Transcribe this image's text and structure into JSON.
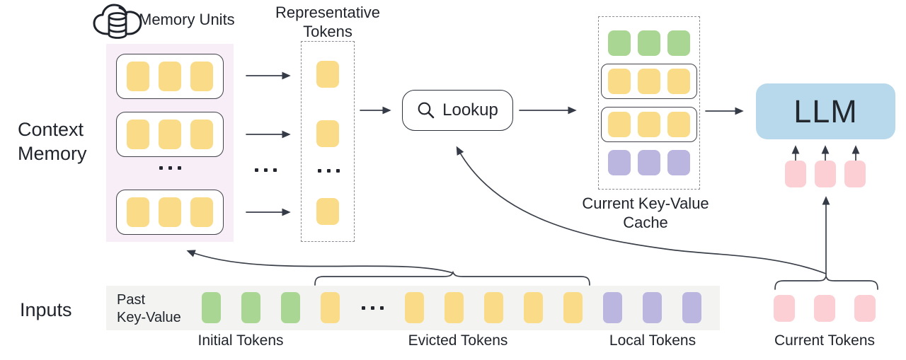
{
  "ellipsis_dot_count": 3,
  "colors": {
    "yellow": "#FADC88",
    "green": "#A9D693",
    "purple": "#BBB6DF",
    "pink": "#FBCFD3",
    "blue": "#B7D9EB",
    "panel_pink": "#F8EEF7",
    "strip_gray": "#F3F4F1",
    "line": "#3A3F49",
    "text": "#1F232B"
  },
  "header": {
    "memory_units": "Memory Units",
    "representative_line1": "Representative",
    "representative_line2": "Tokens"
  },
  "context_memory": {
    "label_line1": "Context",
    "label_line2": "Memory",
    "rows": [
      [
        "yellow",
        "yellow",
        "yellow"
      ],
      [
        "yellow",
        "yellow",
        "yellow"
      ],
      [
        "yellow",
        "yellow",
        "yellow"
      ]
    ]
  },
  "representative": {
    "token_top": [
      "yellow"
    ],
    "token_mid": [
      "yellow"
    ],
    "token_bottom": [
      "yellow"
    ]
  },
  "lookup": {
    "label": "Lookup"
  },
  "cache": {
    "label_line1": "Current Key-Value",
    "label_line2": "Cache",
    "row_green": [
      "green",
      "green",
      "green"
    ],
    "row_yellow1": [
      "yellow",
      "yellow",
      "yellow"
    ],
    "row_yellow2": [
      "yellow",
      "yellow",
      "yellow"
    ],
    "row_purple": [
      "purple",
      "purple",
      "purple"
    ]
  },
  "llm": {
    "label": "LLM",
    "input_tokens": [
      "pink",
      "pink",
      "pink"
    ]
  },
  "inputs": {
    "label": "Inputs",
    "past_kv_line1": "Past",
    "past_kv_line2": "Key-Value",
    "strip_tokens": [
      "green",
      "green",
      "green",
      "yellow",
      "dots",
      "yellow",
      "yellow",
      "yellow",
      "yellow",
      "yellow",
      "purple",
      "purple",
      "purple"
    ],
    "current_tokens": [
      "pink",
      "pink",
      "pink"
    ]
  },
  "labels": {
    "initial": "Initial Tokens",
    "evicted": "Evicted Tokens",
    "local": "Local Tokens",
    "current": "Current Tokens"
  }
}
